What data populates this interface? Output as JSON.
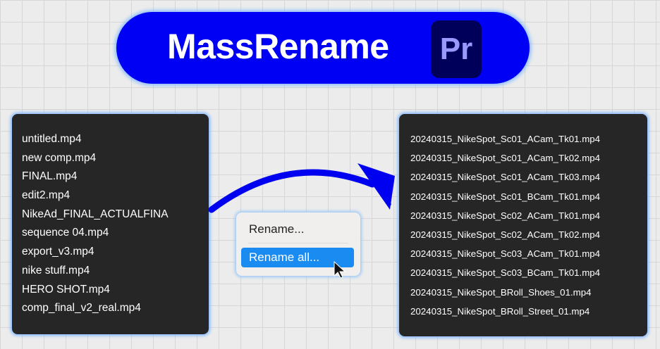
{
  "header": {
    "title": "MassRename",
    "app_badge": "Pr"
  },
  "before_files": [
    "untitled.mp4",
    "new comp.mp4",
    "FINAL.mp4",
    "edit2.mp4",
    "NikeAd_FINAL_ACTUALFINA",
    "sequence 04.mp4",
    "export_v3.mp4",
    "nike stuff.mp4",
    "HERO SHOT.mp4",
    "comp_final_v2_real.mp4"
  ],
  "context_menu": {
    "item1": "Rename...",
    "item2": "Rename all..."
  },
  "after_files": [
    "20240315_NikeSpot_Sc01_ACam_Tk01.mp4",
    "20240315_NikeSpot_Sc01_ACam_Tk02.mp4",
    "20240315_NikeSpot_Sc01_ACam_Tk03.mp4",
    "20240315_NikeSpot_Sc01_BCam_Tk01.mp4",
    "20240315_NikeSpot_Sc02_ACam_Tk01.mp4",
    "20240315_NikeSpot_Sc02_ACam_Tk02.mp4",
    "20240315_NikeSpot_Sc03_ACam_Tk01.mp4",
    "20240315_NikeSpot_Sc03_BCam_Tk01.mp4",
    "20240315_NikeSpot_BRoll_Shoes_01.mp4",
    "20240315_NikeSpot_BRoll_Street_01.mp4"
  ],
  "colors": {
    "brand": "#0000f5",
    "highlight": "#1a8bf0",
    "panel": "#262626"
  }
}
